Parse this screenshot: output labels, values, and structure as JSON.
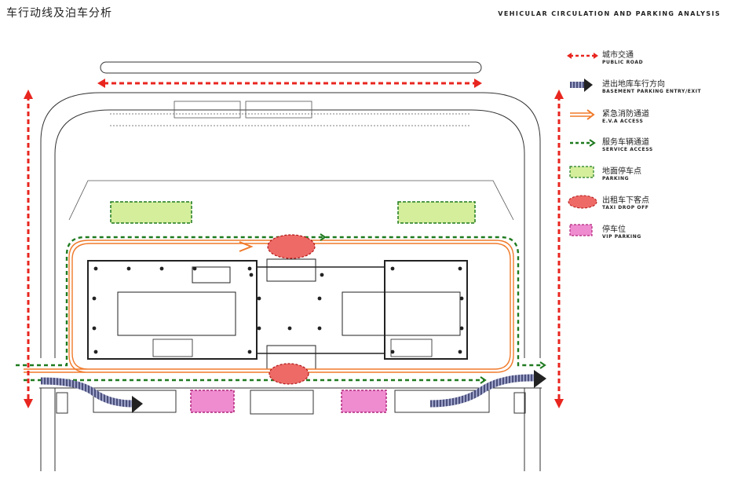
{
  "title": {
    "cn": "车行动线及泊车分析",
    "en": "VEHICULAR CIRCULATION AND PARKING ANALYSIS"
  },
  "legend": [
    {
      "cn": "城市交通",
      "en": "PUBLIC ROAD",
      "symbol": "red-dashed-arrow",
      "color": "#e8261f"
    },
    {
      "cn": "进出地库车行方向",
      "en": "BASEMENT PARKING ENTRY/EXIT",
      "symbol": "basement-arrow",
      "color": "#5a5f8a"
    },
    {
      "cn": "紧急消防通道",
      "en": "E.V.A ACCESS",
      "symbol": "orange-double-arrow",
      "color": "#f07a2a"
    },
    {
      "cn": "服务车辆通道",
      "en": "SERVICE ACCESS",
      "symbol": "green-dashed-arrow",
      "color": "#1f7a1f"
    },
    {
      "cn": "地面停车点",
      "en": "PARKING",
      "symbol": "green-box",
      "color": "#d4ee9c"
    },
    {
      "cn": "出租车下客点",
      "en": "TAXI DROP OFF",
      "symbol": "red-ellipse",
      "color": "#ee6a66"
    },
    {
      "cn": "停车位",
      "en": "VIP PARKING",
      "symbol": "pink-box",
      "color": "#ef8cd0"
    }
  ],
  "colors": {
    "public_road": "#e8261f",
    "service": "#1f7a1f",
    "eva": "#f07a2a",
    "parking": "#d4ee9c",
    "taxi": "#ee6a66",
    "vip": "#ef8cd0",
    "basement": "#5a5f8a"
  }
}
